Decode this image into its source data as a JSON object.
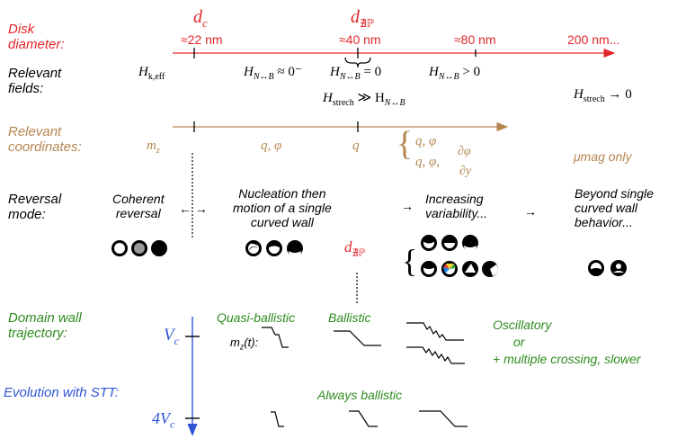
{
  "colors": {
    "red": "#e3262b",
    "brown": "#b58650",
    "green": "#2e8b1e",
    "blue": "#2f54d6",
    "black": "#000000",
    "gray": "#9a9a9a",
    "rainbow": [
      "#e53935",
      "#43a047",
      "#1e88e5",
      "#fdd835"
    ]
  },
  "rows": {
    "disk_diameter": "Disk\ndiameter:",
    "relevant_fields": "Relevant\nfields:",
    "relevant_coordinates": "Relevant\ncoordinates:",
    "reversal_mode": "Reversal\nmode:",
    "domain_wall_trajectory": "Domain wall\ntrajectory:",
    "evolution_with_stt": "Evolution with STT:"
  },
  "diameter_axis": {
    "dc_symbol": "d",
    "dc_subscript": "c",
    "dnp_symbol": "d",
    "dnp_subscript": "∄ℙ",
    "ticks": [
      "≈22 nm",
      "≈40 nm",
      "≈80 nm",
      "200 nm..."
    ]
  },
  "fields": {
    "h_keff": "H",
    "h_keff_sub": "k,eff",
    "h_nb_approx": "H",
    "h_nb_sub": "N↔B",
    "h_nb_approx_rel": "≈ 0⁻",
    "h_nb_zero": "H",
    "h_nb_zero_rel": "= 0",
    "h_nb_pos": "H",
    "h_nb_pos_rel": "> 0",
    "h_strech": "H",
    "h_strech_sub": "strech",
    "h_strech_rel": "≫ H",
    "h_strech_zero_rel": "→ 0"
  },
  "coordinates": {
    "mz": "m",
    "mz_sub": "z",
    "q_phi": "q,  φ",
    "q": "q",
    "brace_line1": "q,  φ",
    "brace_line2": "q,  φ,",
    "dphi": "∂φ",
    "dy": "∂y",
    "umag_only": "μmag only"
  },
  "modes": {
    "coherent": "Coherent\nreversal",
    "arrows_left_right": "←  →",
    "nucleation": "Nucleation then\nmotion of a single\ncurved wall",
    "arrow_right_1": "→",
    "increasing": "Increasing\nvariability...",
    "arrow_right_2": "→",
    "beyond": "Beyond single\ncurved wall\nbehavior...",
    "dnp_symbol": "d",
    "dnp_subscript": "∄ℙ"
  },
  "trajectory": {
    "quasi_ballistic": "Quasi-ballistic",
    "ballistic": "Ballistic",
    "oscillatory": "Oscillatory",
    "or": "or",
    "multiple_crossing": "+ multiple crossing, slower",
    "vc_symbol": "V",
    "vc_sub": "c",
    "mzt": "m",
    "mzt_sub": "z",
    "mzt_tail": "(t):"
  },
  "stt": {
    "always_ballistic": "Always ballistic",
    "v4c_symbol": "4V",
    "v4c_sub": "c"
  }
}
